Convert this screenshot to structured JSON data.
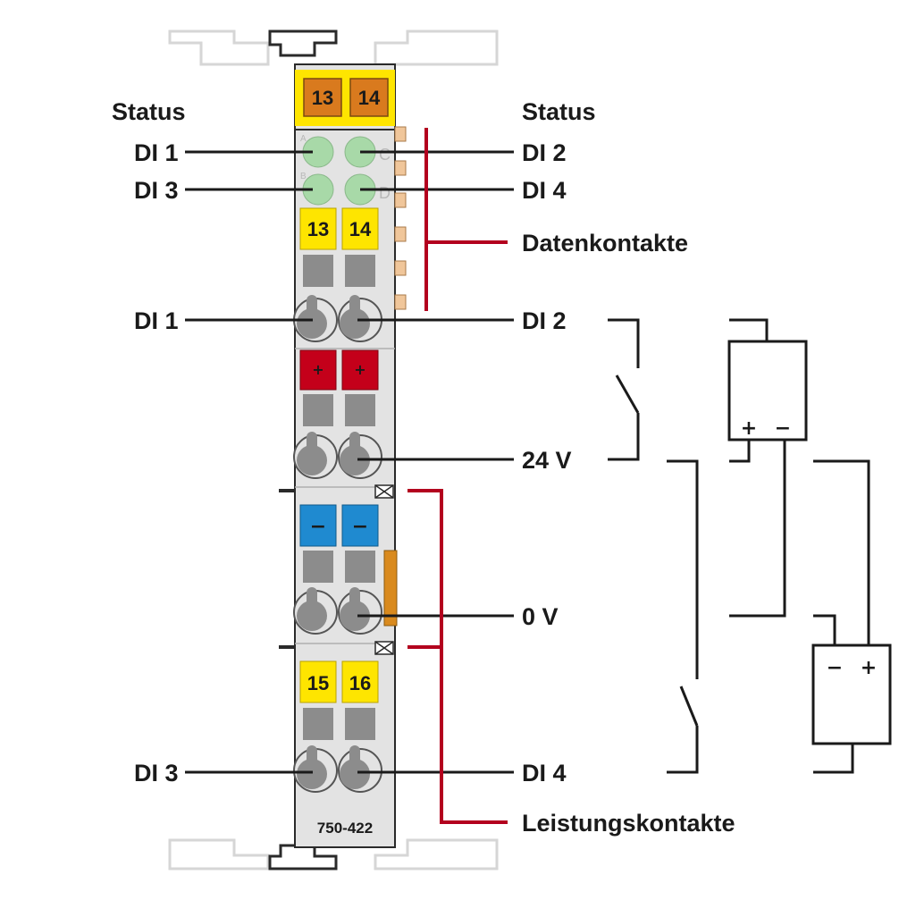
{
  "labels": {
    "status_left": "Status",
    "status_right": "Status",
    "di1_status": "DI 1",
    "di2_status": "DI 2",
    "di3_status": "DI 3",
    "di4_status": "DI 4",
    "datenkontakte": "Datenkontakte",
    "di1_term": "DI 1",
    "di2_term": "DI 2",
    "v24": "24 V",
    "v0": "0 V",
    "di3_term": "DI 3",
    "di4_term": "DI 4",
    "leistungskontakte": "Leistungskontakte"
  },
  "module": {
    "part_number": "750-422",
    "top_markers": [
      "13",
      "14"
    ],
    "terminal_row1": [
      "13",
      "14"
    ],
    "terminal_row2": [
      "+",
      "+"
    ],
    "terminal_row3": [
      "−",
      "−"
    ],
    "terminal_row4": [
      "15",
      "16"
    ],
    "led_letters": [
      "A",
      "C",
      "B",
      "D"
    ]
  },
  "sources": {
    "upper_polarity": [
      "+",
      "−"
    ],
    "lower_polarity": [
      "−",
      "+"
    ]
  },
  "colors": {
    "module_body": "#e3e3e3",
    "yellow": "#fee500",
    "orange_marker": "#d97a1e",
    "red_terminal": "#c4001a",
    "blue_terminal": "#1f8ad0",
    "gray_block": "#8c8c8c",
    "led_green": "#a8d9a8",
    "bracket_red": "#b3001e"
  }
}
